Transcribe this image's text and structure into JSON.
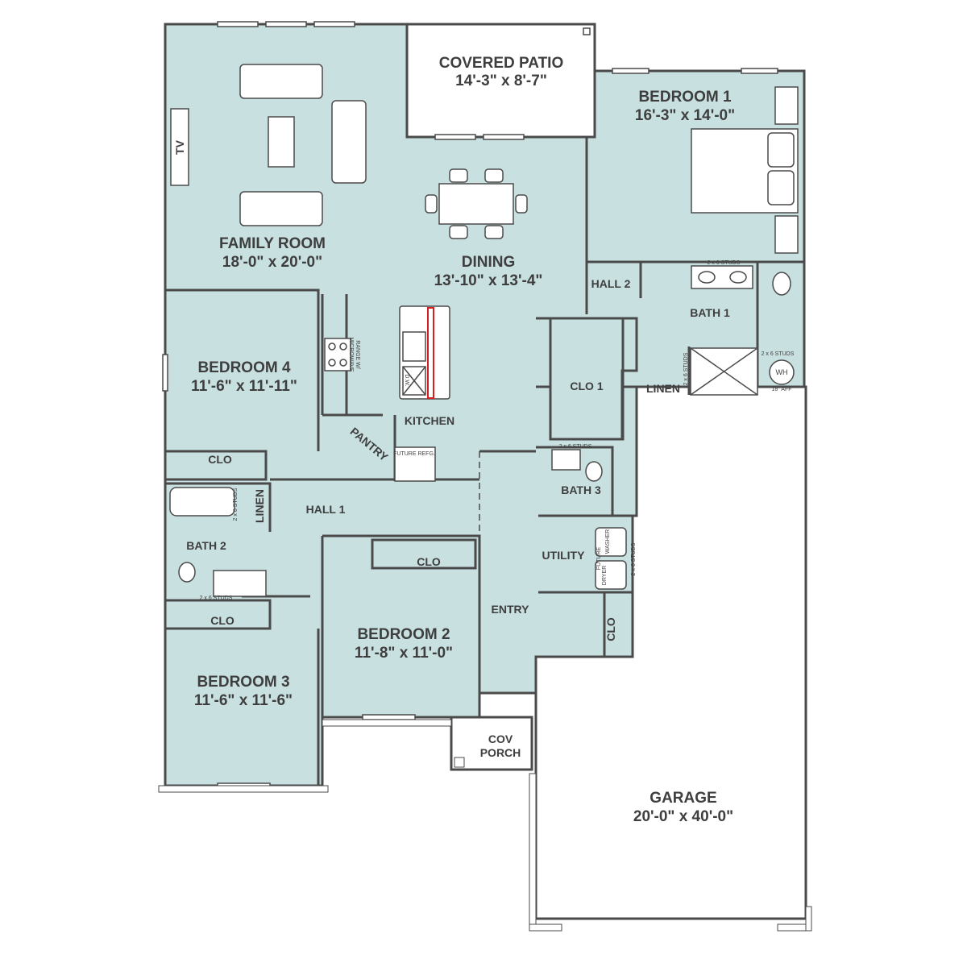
{
  "rooms": {
    "covered_patio": {
      "name": "COVERED PATIO",
      "dims": "14'-3\" x 8'-7\""
    },
    "bedroom1": {
      "name": "BEDROOM 1",
      "dims": "16'-3\" x 14'-0\""
    },
    "family_room": {
      "name": "FAMILY ROOM",
      "dims": "18'-0\" x 20'-0\""
    },
    "dining": {
      "name": "DINING",
      "dims": "13'-10\" x 13'-4\""
    },
    "bedroom4": {
      "name": "BEDROOM 4",
      "dims": "11'-6\" x 11'-11\""
    },
    "bedroom2": {
      "name": "BEDROOM 2",
      "dims": "11'-8\" x 11'-0\""
    },
    "bedroom3": {
      "name": "BEDROOM 3",
      "dims": "11'-6\" x 11'-6\""
    },
    "garage": {
      "name": "GARAGE",
      "dims": "20'-0\" x 40'-0\""
    }
  },
  "labels": {
    "hall2": "HALL 2",
    "bath1": "BATH 1",
    "clo1": "CLO 1",
    "linen_bath1": "LINEN",
    "kitchen": "KITCHEN",
    "pantry": "PANTRY",
    "clo_bed4": "CLO",
    "hall1": "HALL 1",
    "linen_hall": "LINEN",
    "bath2": "BATH 2",
    "clo_bed3": "CLO",
    "clo_bed2": "CLO",
    "bath3": "BATH 3",
    "utility": "UTILITY",
    "entry": "ENTRY",
    "clo_entry": "CLO",
    "cov_porch_1": "COV",
    "cov_porch_2": "PORCH",
    "tv": "TV"
  },
  "notes": {
    "range": "RANGE W/",
    "microwave": "MICROWAVE",
    "dw": "D.W.",
    "future_refg": "FUTURE REFG.",
    "studs_bath1": "2 x 6 STUDS",
    "studs_wh": "2 x 6 STUDS",
    "studs_shower": "2 x 6 STUDS",
    "studs_bath3": "2 x 6 STUDS",
    "studs_utility": "2 x 6 STUDS",
    "studs_bath2": "2 x 6 STUDS",
    "studs_linen": "2 x 6 STUDS",
    "wh": "WH",
    "aff": "18\" AFF",
    "future": "FUTURE",
    "washer": "WASHER",
    "dryer": "DRYER"
  },
  "colors": {
    "room_fill": "#c9e0e0",
    "wall": "#4a4a4a",
    "island_accent": "#d42020"
  }
}
